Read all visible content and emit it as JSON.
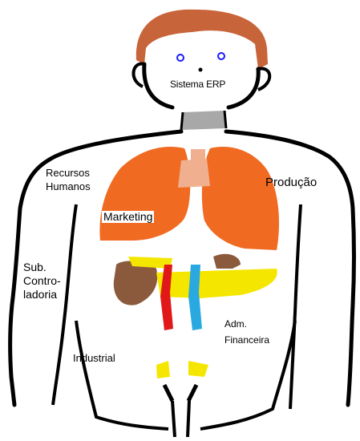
{
  "diagram": {
    "labels": {
      "sistema_erp": "Sistema ERP",
      "recursos_humanos_1": "Recursos",
      "recursos_humanos_2": "Humanos",
      "producao": "Produção",
      "marketing": "Marketing",
      "sub_1": "Sub.",
      "sub_2": "Contro-",
      "sub_3": "ladoria",
      "adm_1": "Adm.",
      "adm_2": "Financeira",
      "industrial": "Industrial"
    },
    "colors": {
      "hair": "#c8643a",
      "outline": "#000000",
      "eyes": "#1a1aff",
      "neck": "#a8a8a8",
      "lungs": "#f06a22",
      "heart": "#f0b090",
      "liver": "#8b5a3c",
      "stomach": "#f5e600",
      "artery": "#e01818",
      "vein": "#2aa8e0",
      "intestine_yellow": "#f5e600"
    }
  }
}
